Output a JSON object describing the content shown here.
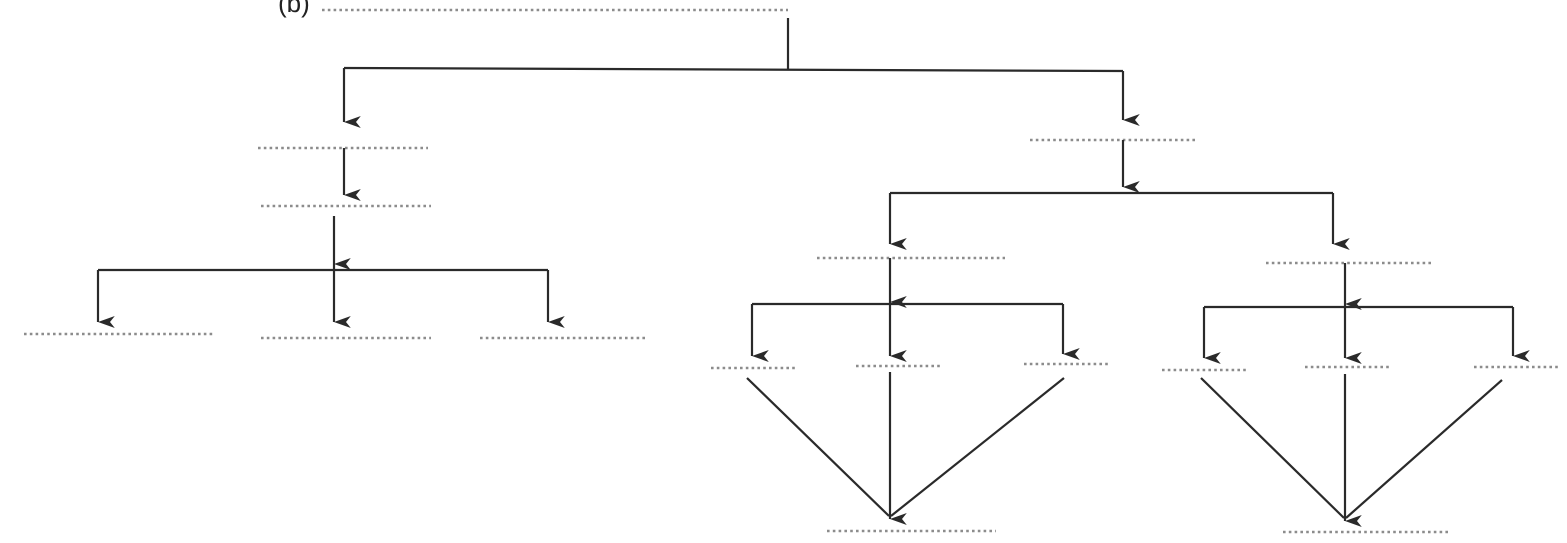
{
  "figure": {
    "part_label": "(b)"
  },
  "colors": {
    "line": "#2a2a2a",
    "dots": "#8c8c8c",
    "background": "#ffffff"
  },
  "diagram": {
    "root": "top-blank",
    "nodes": [
      {
        "id": "top-blank",
        "kind": "blank-line"
      },
      {
        "id": "l1",
        "kind": "blank-line"
      },
      {
        "id": "l2",
        "kind": "blank-line"
      },
      {
        "id": "l3a",
        "kind": "blank-line"
      },
      {
        "id": "l3b",
        "kind": "blank-line"
      },
      {
        "id": "l3c",
        "kind": "blank-line"
      },
      {
        "id": "r1",
        "kind": "blank-line"
      },
      {
        "id": "ra",
        "kind": "blank-line"
      },
      {
        "id": "ra1",
        "kind": "blank-line"
      },
      {
        "id": "ra2",
        "kind": "blank-line"
      },
      {
        "id": "ra3",
        "kind": "blank-line"
      },
      {
        "id": "ra-end",
        "kind": "blank-line"
      },
      {
        "id": "rb",
        "kind": "blank-line"
      },
      {
        "id": "rb1",
        "kind": "blank-line"
      },
      {
        "id": "rb2",
        "kind": "blank-line"
      },
      {
        "id": "rb3",
        "kind": "blank-line"
      },
      {
        "id": "rb-end",
        "kind": "blank-line"
      }
    ],
    "edges": [
      {
        "from": "top-blank",
        "to": "l1",
        "style": "arrow"
      },
      {
        "from": "top-blank",
        "to": "r1",
        "style": "arrow"
      },
      {
        "from": "l1",
        "to": "l2",
        "style": "arrow"
      },
      {
        "from": "l2",
        "to": "l3a",
        "style": "arrow"
      },
      {
        "from": "l2",
        "to": "l3b",
        "style": "arrow"
      },
      {
        "from": "l2",
        "to": "l3c",
        "style": "arrow"
      },
      {
        "from": "r1",
        "to": "ra",
        "style": "arrow"
      },
      {
        "from": "r1",
        "to": "rb",
        "style": "arrow"
      },
      {
        "from": "ra",
        "to": "ra1",
        "style": "arrow"
      },
      {
        "from": "ra",
        "to": "ra2",
        "style": "arrow"
      },
      {
        "from": "ra",
        "to": "ra3",
        "style": "arrow"
      },
      {
        "from": "ra1",
        "to": "ra-end",
        "style": "converge"
      },
      {
        "from": "ra2",
        "to": "ra-end",
        "style": "arrow"
      },
      {
        "from": "ra3",
        "to": "ra-end",
        "style": "converge"
      },
      {
        "from": "rb",
        "to": "rb1",
        "style": "arrow"
      },
      {
        "from": "rb",
        "to": "rb2",
        "style": "arrow"
      },
      {
        "from": "rb",
        "to": "rb3",
        "style": "arrow"
      },
      {
        "from": "rb1",
        "to": "rb-end",
        "style": "converge"
      },
      {
        "from": "rb2",
        "to": "rb-end",
        "style": "arrow"
      },
      {
        "from": "rb3",
        "to": "rb-end",
        "style": "converge"
      }
    ]
  }
}
